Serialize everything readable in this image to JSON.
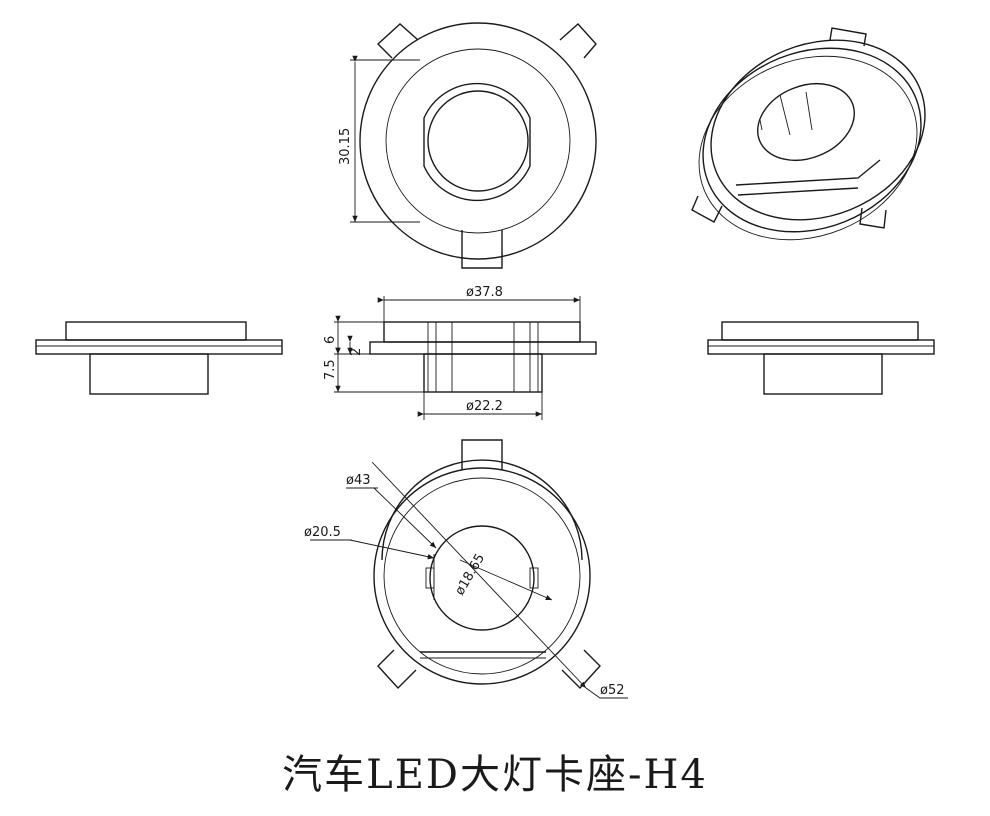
{
  "title": "汽车LED大灯卡座-H4",
  "dimensions": {
    "top_height": "30.15",
    "outer_diameter": "ø37.8",
    "inner_diameter": "ø22.2",
    "height_6": "6",
    "height_2": "2",
    "height_7_5": "7.5",
    "d43": "ø43",
    "d20_5": "ø20.5",
    "d18_65": "ø18.65",
    "d52": "ø52"
  }
}
